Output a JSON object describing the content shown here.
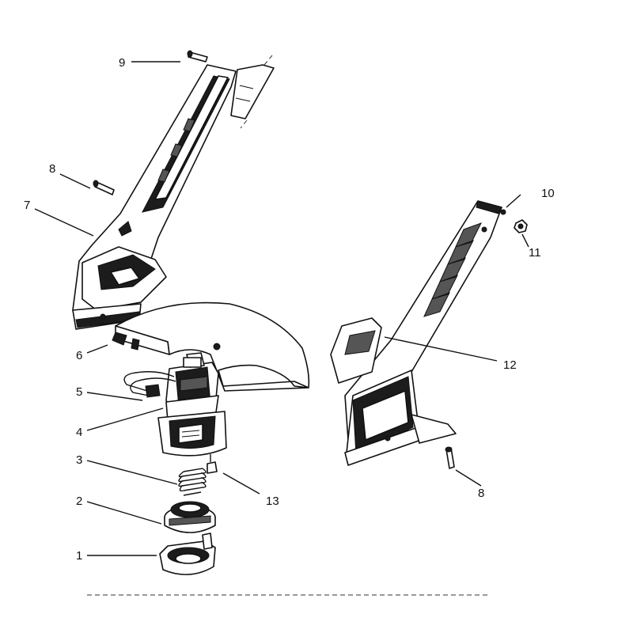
{
  "callouts": {
    "c1": "1",
    "c2": "2",
    "c3": "3",
    "c4": "4",
    "c5": "5",
    "c6": "6",
    "c7": "7",
    "c8_left": "8",
    "c8_right": "8",
    "c9": "9",
    "c10": "10",
    "c11": "11",
    "c12": "12",
    "c13": "13"
  }
}
